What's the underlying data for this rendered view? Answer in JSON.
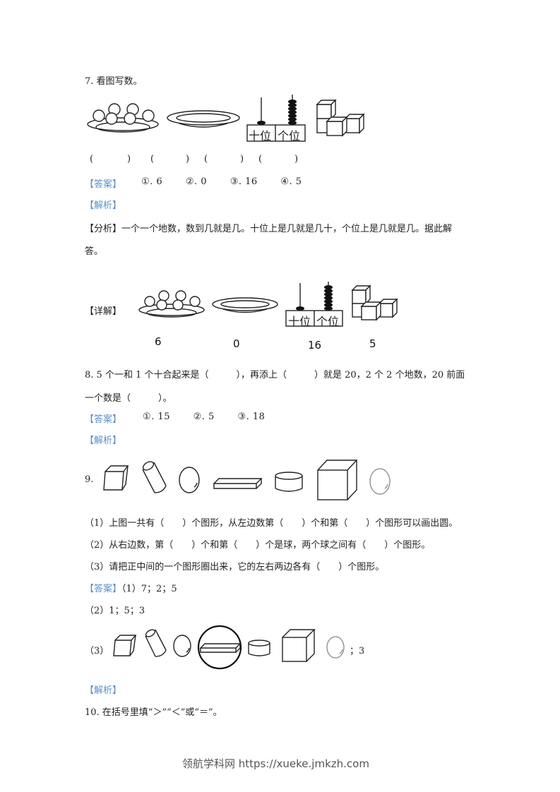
{
  "q7": {
    "title": "7. 看图写数。",
    "blanks": [
      "(",
      ")",
      "(",
      ")",
      "(",
      ")",
      "(",
      ")"
    ],
    "abacus_labels": {
      "tens": "十位",
      "ones": "个位"
    },
    "answer_label": "【答案】",
    "answers": [
      "①. 6",
      "②. 0",
      "③. 16",
      "④. 5"
    ],
    "analysis_label": "【解析】",
    "analysis_line1": "【分析】一个一个地数，数到几就是几。十位上是几就是几十，个位上是几就是几。据此解",
    "analysis_line2": "答。",
    "detail_label": "【详解】",
    "detail_values": [
      "6",
      "0",
      "16",
      "5"
    ]
  },
  "q8": {
    "line1": "8. 5 个一和 1 个十合起来是（　　　），再添上（　　　）就是 20，2 个 2 个地数，20 前面",
    "line2": "一个数是（　　　）。",
    "answer_label": "【答案】",
    "answers": [
      "①. 15",
      "②. 5",
      "③. 18"
    ],
    "analysis_label": "【解析】"
  },
  "q9": {
    "number": "9.",
    "shapes": [
      "cube",
      "cylinder-tilted",
      "sphere",
      "cuboid-flat",
      "cylinder",
      "cube-large",
      "sphere"
    ],
    "sub1": "（1）上图一共有（　　）个图形，从左边数第（　　）个和第（　　）个图形可以画出圆。",
    "sub2": "（2）从右边数，第（　　）个和第（　　）个是球，两个球之间有（　　）个图形。",
    "sub3": "（3）请把正中间的一个图形圈出来，它的左右两边各有（　　）个图形。",
    "answer_label": "【答案】",
    "answer1": "（1）7；2；5",
    "answer2": "（2）1；5；3",
    "answer3_prefix": "（3）",
    "answer3_suffix": "；3",
    "analysis_label": "【解析】"
  },
  "q10": {
    "title": "10. 在括号里填“＞”“＜”或“＝”。"
  },
  "footer": {
    "text": "领航学科网 https://xueke.jmkzh.com"
  },
  "colors": {
    "label_blue": "#5b8fc7",
    "text": "#222222",
    "footer": "#555555"
  }
}
